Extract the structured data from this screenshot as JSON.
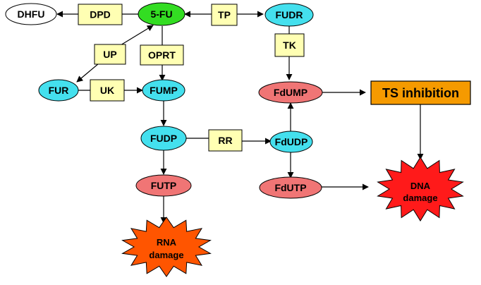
{
  "colors": {
    "metabolite_white": "#ffffff",
    "five_fu_green": "#33dd22",
    "metabolite_cyan": "#44e0ee",
    "metabolite_salmon": "#f07575",
    "enzyme_yellow": "#ffffb3",
    "ts_orange": "#f59a00",
    "rna_burst_orange": "#ff5500",
    "dna_burst_red": "#ff1a1a",
    "stroke": "#000000"
  },
  "metabolites": {
    "dhfu": "DHFU",
    "five_fu": "5-FU",
    "fudr": "FUDR",
    "fur": "FUR",
    "fump": "FUMP",
    "fdump": "FdUMP",
    "fudp": "FUDP",
    "fdudp": "FdUDP",
    "futp": "FUTP",
    "fdutp": "FdUTP"
  },
  "enzymes": {
    "dpd": "DPD",
    "tp": "TP",
    "up": "UP",
    "oprt": "OPRT",
    "tk": "TK",
    "uk": "UK",
    "rr": "RR"
  },
  "outcomes": {
    "ts_inhibition": "TS inhibition",
    "rna_damage_line1": "RNA",
    "rna_damage_line2": "damage",
    "dna_damage_line1": "DNA",
    "dna_damage_line2": "damage"
  }
}
